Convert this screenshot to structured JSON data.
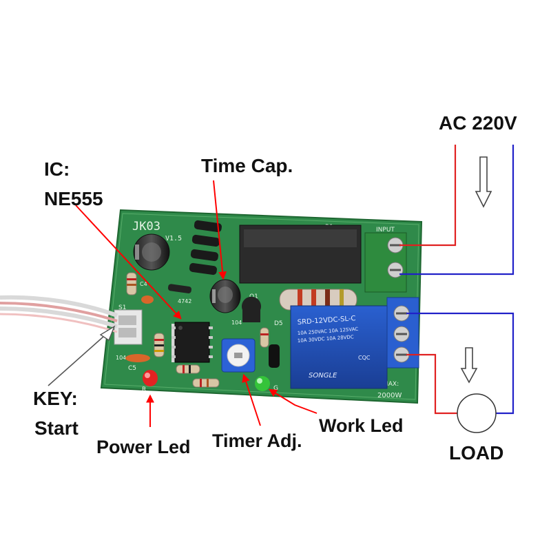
{
  "labels": {
    "ic": "IC:",
    "ic_part": "NE555",
    "time_cap": "Time Cap.",
    "ac": "AC 220V",
    "key": "KEY:",
    "start": "Start",
    "power_led": "Power Led",
    "timer_adj": "Timer Adj.",
    "work_led": "Work Led",
    "load": "LOAD"
  },
  "board": {
    "model": "JK03",
    "model_rev": "V1.5",
    "input": "INPUT",
    "silk_r1": "R1",
    "silk_q1": "Q1",
    "silk_d5": "D5",
    "silk_s1": "S1",
    "silk_c5": "C5",
    "silk_104a": "104",
    "silk_104b": "104",
    "silk_r": "R",
    "silk_g": "G",
    "silk_c4": "C4",
    "silk_4742": "4742",
    "silk_max": "MAX:",
    "silk_power": "2000W",
    "relay_line1": "SRD-12VDC-SL-C",
    "relay_line2": "10A 250VAC  10A 125VAC",
    "relay_line3": "10A 30VDC  10A 28VDC",
    "relay_brand": "SONGLE",
    "relay_cqc": "CQC"
  },
  "colors": {
    "pcb": "#2f8a4a",
    "pcb_light": "#5fb56e",
    "relay_blue": "#1f4fb8",
    "terminal_green": "#2e8b3e",
    "terminal_blue": "#2a5fd0",
    "wire_red": "#e02020",
    "wire_blue": "#2020c8",
    "arrow_red": "#ff0000"
  }
}
